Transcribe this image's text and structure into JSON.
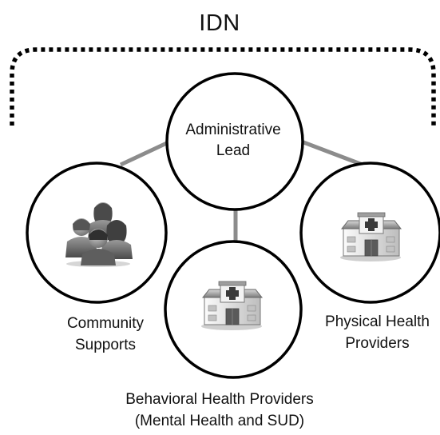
{
  "title": "IDN",
  "nodes": {
    "admin": {
      "line1": "Administrative",
      "line2": "Lead"
    },
    "community": {
      "line1": "Community",
      "line2": "Supports",
      "icon": "people-group-icon"
    },
    "physical": {
      "line1": "Physical Health",
      "line2": "Providers",
      "icon": "hospital-building-icon"
    },
    "behavioral": {
      "line1": "Behavioral Health Providers",
      "line2": "(Mental Health and SUD)",
      "icon": "hospital-building-icon"
    }
  },
  "colors": {
    "outline": "#000000",
    "connector": "#8c8c8c",
    "text": "#111111"
  }
}
